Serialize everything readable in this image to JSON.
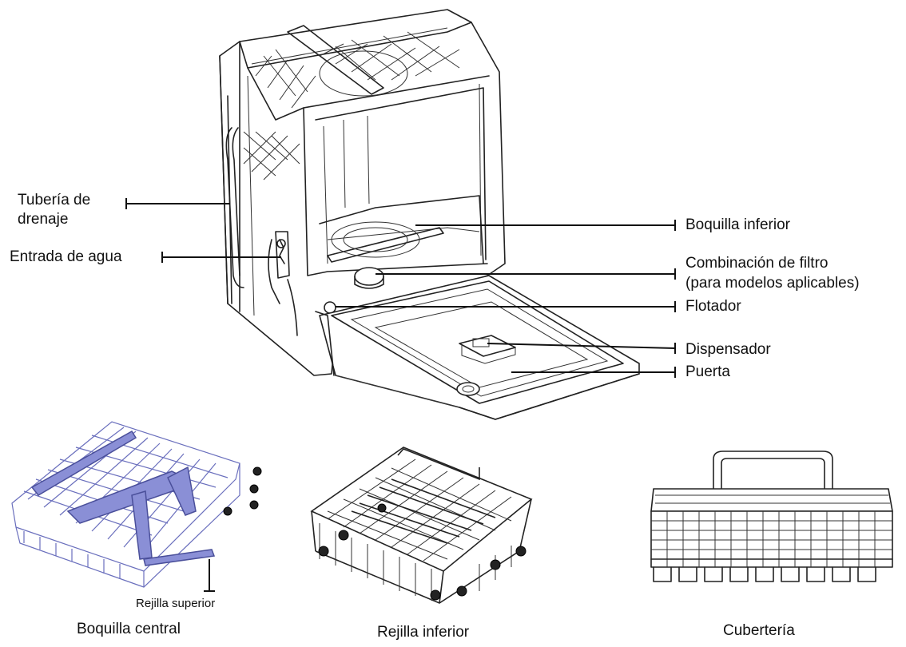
{
  "labels": {
    "drain_pipe": "Tubería de drenaje",
    "drain_pipe_line1": "Tubería de",
    "drain_pipe_line2": "drenaje",
    "water_inlet": "Entrada de agua",
    "lower_spray_arm": "Boquilla inferior",
    "filter_line1": "Combinación de filtro",
    "filter_line2": "(para modelos aplicables)",
    "float": "Flotador",
    "dispenser": "Dispensador",
    "door": "Puerta",
    "upper_rack": "Rejilla superior",
    "middle_spray_arm": "Boquilla central",
    "lower_rack": "Rejilla inferior",
    "cutlery_basket": "Cubertería"
  },
  "colors": {
    "line": "#111111",
    "upper_rack_wire": "#6a6fbd",
    "spray_arm": "#8a8fd6",
    "background": "#ffffff"
  }
}
